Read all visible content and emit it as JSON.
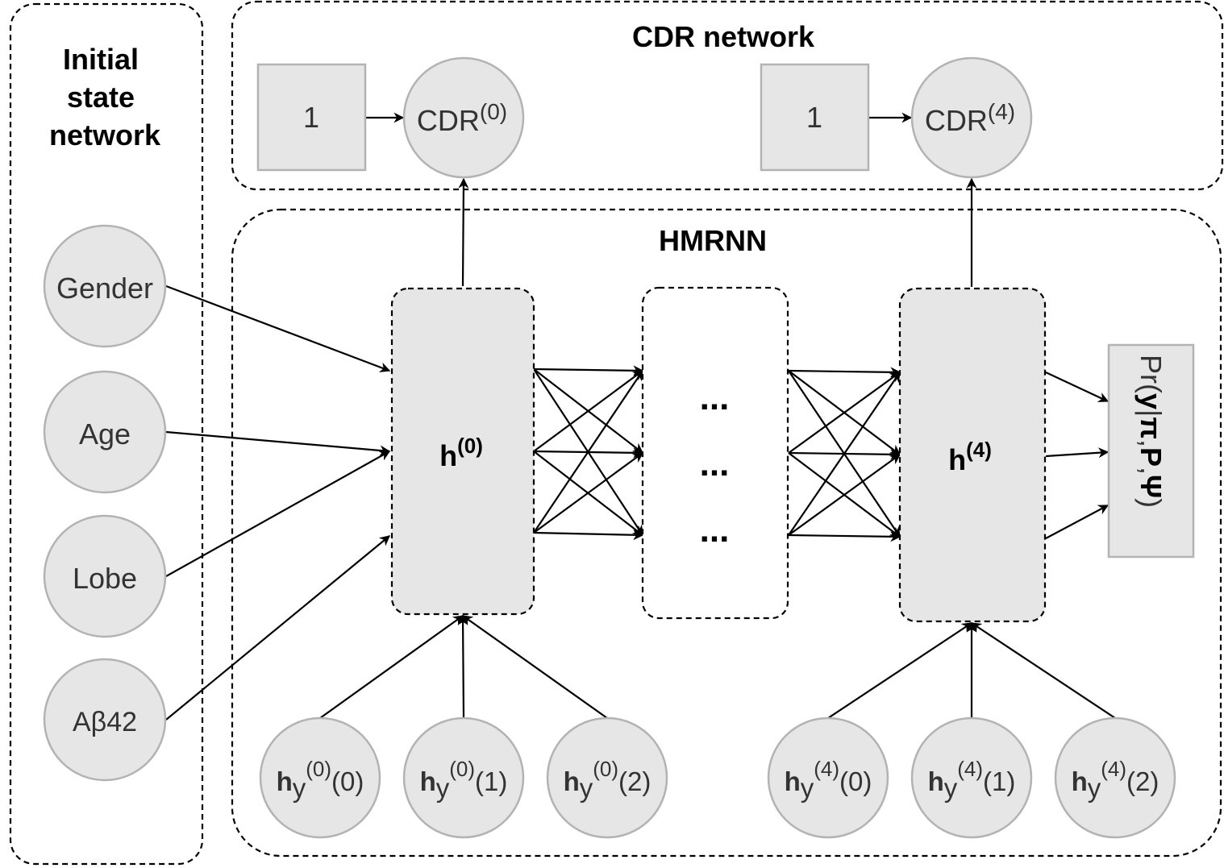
{
  "groups": {
    "initial_state": "Initial state network",
    "cdr": "CDR network",
    "hmrnn": "HMRNN"
  },
  "initial_inputs": [
    "Gender",
    "Age",
    "Lobe",
    "Aβ42"
  ],
  "constants": [
    "1",
    "1"
  ],
  "cdr_nodes": [
    {
      "base": "CDR",
      "sup": "(0)"
    },
    {
      "base": "CDR",
      "sup": "(4)"
    }
  ],
  "hidden_states": [
    {
      "base": "h",
      "sup": "(0)"
    },
    {
      "base": "h",
      "sup": "(4)"
    }
  ],
  "middle_ellipses": [
    "...",
    "...",
    "..."
  ],
  "observation_nodes": [
    {
      "h": "h",
      "sub": "y",
      "sup": "(0)",
      "arg": "(0)"
    },
    {
      "h": "h",
      "sub": "y",
      "sup": "(0)",
      "arg": "(1)"
    },
    {
      "h": "h",
      "sub": "y",
      "sup": "(0)",
      "arg": "(2)"
    },
    {
      "h": "h",
      "sub": "y",
      "sup": "(4)",
      "arg": "(0)"
    },
    {
      "h": "h",
      "sub": "y",
      "sup": "(4)",
      "arg": "(1)"
    },
    {
      "h": "h",
      "sub": "y",
      "sup": "(4)",
      "arg": "(2)"
    }
  ],
  "likelihood": {
    "pr": "Pr(",
    "y": "y",
    "bar": "|",
    "pi": "π",
    "comma1": ",",
    "P": "P",
    "comma2": ",",
    "psi": "Ψ",
    "close": ")"
  },
  "colors": {
    "node_fill": "#e6e6e6",
    "node_stroke": "#b3b3b3",
    "edge": "#000000",
    "text": "#333333"
  }
}
